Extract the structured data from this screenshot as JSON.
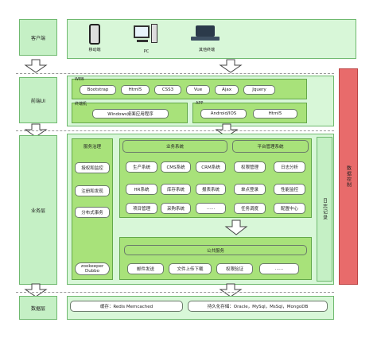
{
  "layers": {
    "client": "客户端",
    "frontend": "前端UI",
    "business": "业务层",
    "data": "数据层"
  },
  "client": {
    "mobile": "移动端",
    "pc": "PC",
    "other": "其他终端"
  },
  "web": {
    "title": "WEB",
    "items": [
      "Bootstrap",
      "Html5",
      "CSS3",
      "Vue",
      "Ajax",
      "Jquery"
    ]
  },
  "terminal": {
    "title": "终端机",
    "item": "Windows桌面应用程序"
  },
  "app": {
    "title": "APP",
    "items": [
      "Android/IOS",
      "Html5"
    ]
  },
  "service_gov": {
    "title": "服务治理",
    "items": [
      "授权和监控",
      "注册和发现",
      "分布式事务"
    ],
    "footer": "zookeeper Dubbo"
  },
  "biz_system": {
    "title": "业务系统",
    "rows": [
      [
        "生产系统",
        "CMS系统",
        "CRM系统"
      ],
      [
        "HR系统",
        "库存系统",
        "报表系统"
      ],
      [
        "项目管理",
        "采购系统",
        "......"
      ]
    ]
  },
  "platform": {
    "title": "平台管理系统",
    "rows": [
      [
        "权限管理",
        "日志分析"
      ],
      [
        "单点登录",
        "性能监控"
      ],
      [
        "任务调度",
        "配置中心"
      ]
    ]
  },
  "public_service": {
    "title": "公共服务",
    "items": [
      "邮件发送",
      "文件上传下载",
      "权限验证",
      "......"
    ]
  },
  "log": "日志记录",
  "datactl": "数据控制",
  "data_layer": {
    "cache": "缓存：Redis   Memcached",
    "storage": "持久化存储：Oracle，MySql，MsSql，MongoDB"
  }
}
